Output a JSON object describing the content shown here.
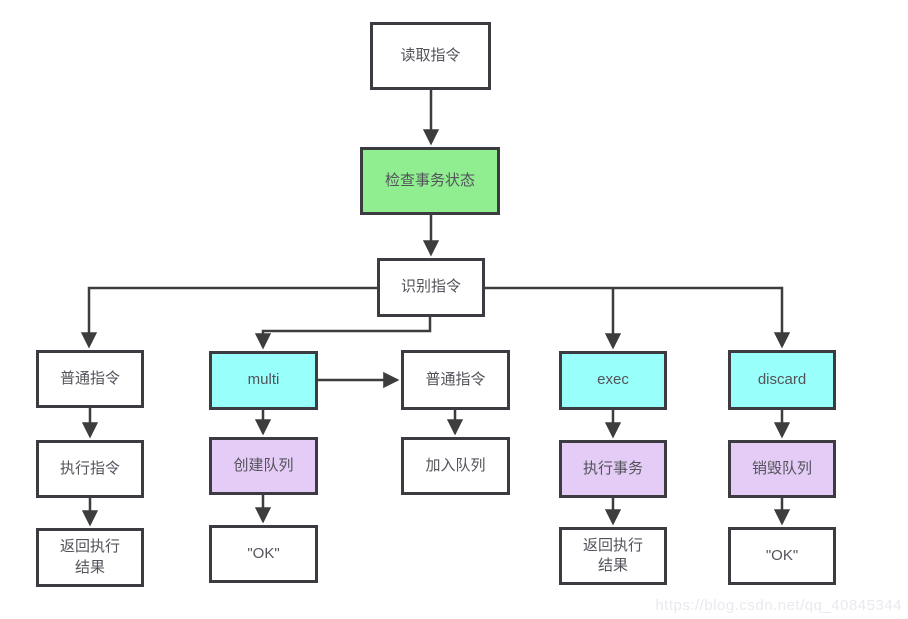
{
  "diagram": {
    "title_hint": "redis-transaction-command-flowchart",
    "nodes": {
      "read_command": {
        "label": "读取指令"
      },
      "check_transaction_state": {
        "label": "检查事务状态"
      },
      "identify_command": {
        "label": "识别指令"
      },
      "normal_command_left": {
        "label": "普通指令"
      },
      "execute_command": {
        "label": "执行指令"
      },
      "return_result_left": {
        "label": "返回执行\n结果"
      },
      "multi": {
        "label": "multi"
      },
      "create_queue": {
        "label": "创建队列"
      },
      "ok_left": {
        "label": "\"OK\""
      },
      "normal_command_mid": {
        "label": "普通指令"
      },
      "join_queue": {
        "label": "加入队列"
      },
      "exec": {
        "label": "exec"
      },
      "execute_transaction": {
        "label": "执行事务"
      },
      "return_result_right": {
        "label": "返回执行\n结果"
      },
      "discard": {
        "label": "discard"
      },
      "destroy_queue": {
        "label": "销毁队列"
      },
      "ok_right": {
        "label": "\"OK\""
      }
    },
    "colors": {
      "node_white": "#FFFFFF",
      "node_green": "#90EE90",
      "node_cyan": "#99FFFA",
      "node_purple": "#E4CCF6",
      "border": "#3B3B41",
      "connector": "#3D3D3D",
      "text": "#53535B",
      "watermark_text": "#E9E9EF"
    },
    "watermark": "https://blog.csdn.net/qq_40845344"
  }
}
